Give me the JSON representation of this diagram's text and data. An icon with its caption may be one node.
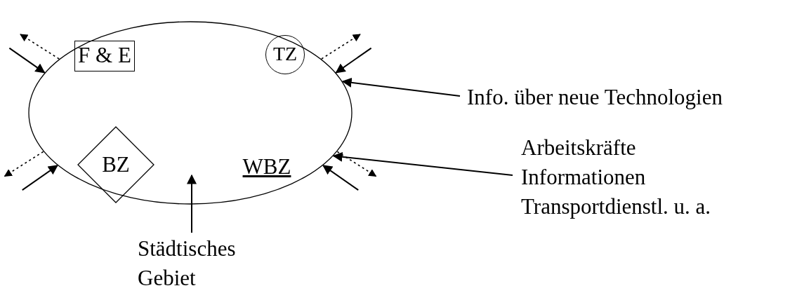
{
  "diagram": {
    "nodes": [
      {
        "text": [],
        "shape": "ellipse"
      },
      {
        "text": [
          "F & E"
        ],
        "in": 0
      },
      {
        "text": [
          "TZ"
        ],
        "in": 0
      },
      {
        "text": [
          "BZ"
        ],
        "in": 0
      },
      {
        "text": [
          "WBZ"
        ],
        "in": 0
      },
      {
        "text": [
          "Städtisches Gebiet"
        ]
      },
      {
        "text": [
          "Info. über neue Technologien"
        ]
      },
      {
        "text": [
          "Arbeitskräfte Informationen Transportdienstl. u. a."
        ]
      }
    ],
    "edges": [
      {
        "from": 5,
        "to": 0,
        "arrow": "to"
      },
      {
        "from": 6,
        "to": 0,
        "arrow": "to"
      },
      {
        "from": 7,
        "to": 0,
        "arrow": "to"
      },
      {
        "from": null,
        "to": 0,
        "arrow": "to"
      },
      {
        "from": 0,
        "to": null,
        "arrow": "to",
        "style": "dashed"
      },
      {
        "from": null,
        "to": 0,
        "arrow": "to"
      },
      {
        "from": 0,
        "to": null,
        "arrow": "to",
        "style": "dashed"
      },
      {
        "from": null,
        "to": 0,
        "arrow": "to"
      },
      {
        "from": 0,
        "to": null,
        "arrow": "to",
        "style": "dashed"
      },
      {
        "from": null,
        "to": 0,
        "arrow": "to"
      },
      {
        "from": 0,
        "to": null,
        "arrow": "to",
        "style": "dashed"
      }
    ]
  }
}
